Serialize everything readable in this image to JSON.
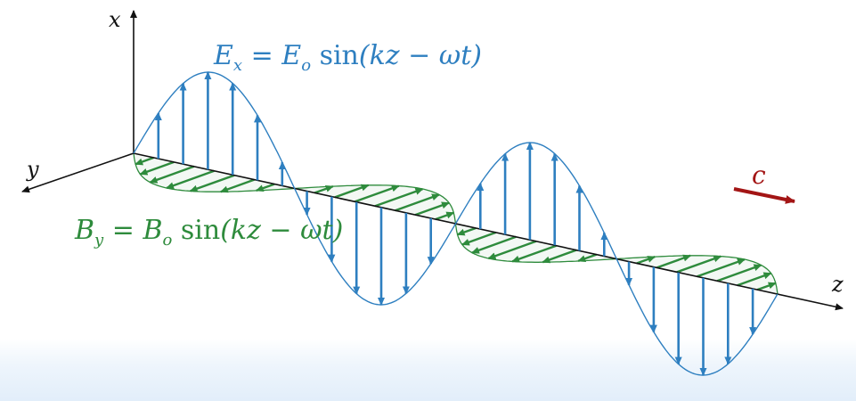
{
  "axes": {
    "x": "x",
    "y": "y",
    "z": "z"
  },
  "velocity_label": "c",
  "equations": {
    "electric": {
      "lhs": "E",
      "lhs_sub": "x",
      "eq": " = ",
      "amp": "E",
      "amp_sub": "o",
      "fn": " sin",
      "arg": "(kz − ωt)"
    },
    "magnetic": {
      "lhs": "B",
      "lhs_sub": "y",
      "eq": " = ",
      "amp": "B",
      "amp_sub": "o",
      "fn": " sin",
      "arg": "(kz − ωt)"
    }
  },
  "colors": {
    "electric": "#2e7fc0",
    "magnetic": "#2e8b3c",
    "velocity": "#a31515",
    "axis": "#111111"
  }
}
